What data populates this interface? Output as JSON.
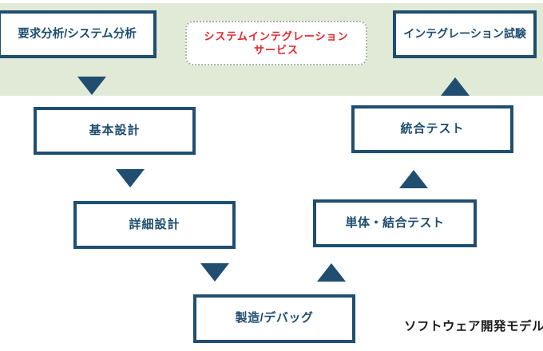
{
  "colors": {
    "navy": "#1f4e70",
    "band_green": "#e0ead7",
    "red": "#e0262c",
    "dotted_border": "#a7b3a4",
    "caption_text": "#1c1c1c"
  },
  "diagram": {
    "type": "v-model-flow",
    "caption": "ソフトウェア開発モデル",
    "nodes": {
      "requirements": "要求分析/システム分析",
      "service_line1": "システムインテグレーション",
      "service_line2": "サービス",
      "integration_exam": "インテグレーション試験",
      "basic_design": "基本設計",
      "integrated_test": "統合テスト",
      "detailed_design": "詳細設計",
      "unit_test": "単体・結合テスト",
      "manufacturing": "製造/デバッグ"
    },
    "arrows": [
      {
        "from": "requirements",
        "to": "basic_design",
        "direction": "down"
      },
      {
        "from": "basic_design",
        "to": "detailed_design",
        "direction": "down"
      },
      {
        "from": "detailed_design",
        "to": "manufacturing",
        "direction": "down"
      },
      {
        "from": "manufacturing",
        "to": "unit_test",
        "direction": "up"
      },
      {
        "from": "unit_test",
        "to": "integrated_test",
        "direction": "up"
      },
      {
        "from": "integrated_test",
        "to": "integration_exam",
        "direction": "up"
      }
    ]
  }
}
